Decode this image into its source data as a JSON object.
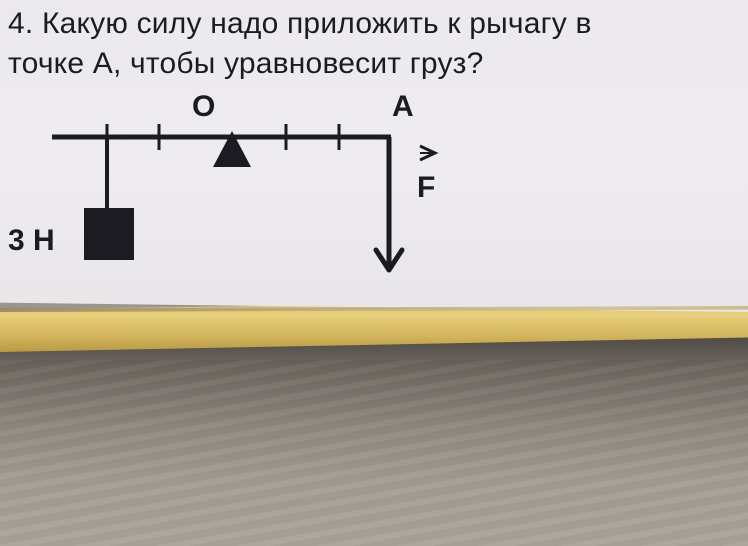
{
  "question": {
    "line1": "4. Какую силу надо приложить к рычагу в",
    "line2": "точке А, чтобы уравновесит груз?"
  },
  "diagram": {
    "pivot_label": "О",
    "point_label": "А",
    "force_label": "F",
    "weight_label": "3 Н"
  },
  "colors": {
    "ink": "#1c1b22",
    "paper": "#eeecf0",
    "book_edge": "#e7cf7a"
  }
}
